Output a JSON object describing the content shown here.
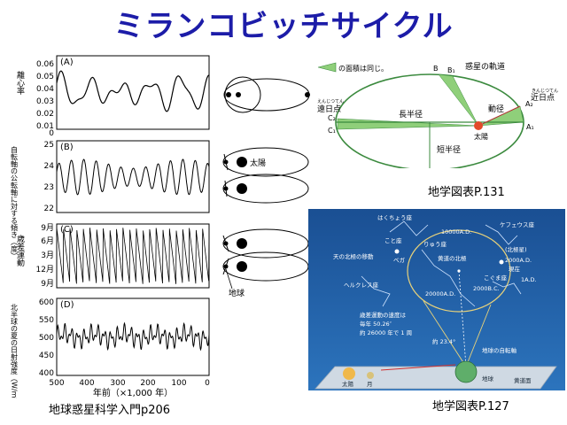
{
  "slide": {
    "title": "ミランコビッチサイクル",
    "captions": {
      "left": "地球惑星科学入門p206",
      "top_right": "地学図表P.131",
      "bottom_right": "地学図表P.127"
    }
  },
  "panels": {
    "A": {
      "label": "(A)",
      "ylabel": "離心率",
      "ticks": [
        "0.06",
        "0.05",
        "0.04",
        "0.03",
        "0.02",
        "0.01",
        "0"
      ]
    },
    "B": {
      "label": "(B)",
      "ylabel": "自転軸の公転軸に対する傾き（度）",
      "ticks": [
        "25",
        "24",
        "23",
        "22"
      ]
    },
    "C": {
      "label": "(C)",
      "ylabel": "歳差運動",
      "ticks": [
        "9月",
        "6月",
        "3月",
        "12月",
        "9月"
      ]
    },
    "D": {
      "label": "(D)",
      "ylabel": "北半球の夏の日射強度（W/m²）",
      "ticks": [
        "600",
        "550",
        "500",
        "450",
        "400"
      ]
    },
    "xaxis": {
      "ticks": [
        "500",
        "400",
        "300",
        "200",
        "100",
        "0"
      ],
      "label": "年前（×1,000 年）"
    }
  },
  "orbit_schematic": {
    "sun_label": "太陽",
    "earth_label": "地球"
  },
  "kepler_figure": {
    "legend": "の面積は同じ。",
    "orbit_label": "惑星の軌道",
    "aphelion_label": "遠日点",
    "perihelion_label": "近日点",
    "aphelion_ruby": "えんじつてん",
    "perihelion_ruby": "きんじつてん",
    "semi_major_label": "長半径",
    "semi_minor_label": "短半径",
    "radius_vector_label": "動径",
    "sun_label": "太陽",
    "points": {
      "B": "B",
      "B1": "B₁",
      "A2": "A₂",
      "A1": "A₁",
      "C2": "C₂",
      "C1": "C₁"
    }
  },
  "precession_figure": {
    "labels": {
      "hakucho": "はくちょう座",
      "cepheus": "ケフェウス座",
      "koto": "こと座",
      "vega": "ベガ",
      "ryu": "りゅう座",
      "y10000": "10000A.D.",
      "ecliptic_north": "黄道の北極",
      "celestial_north_move": "天の北極の移動",
      "polaris": "(北極星)",
      "y2000": "2000A.D.",
      "now": "現在",
      "kogumaza": "こぐま座",
      "herakles": "ヘルクレス座",
      "y1": "1A.D.",
      "y20000": "20000A.D.",
      "y2000bc": "2000B.C.",
      "speed": "歳差運動の速度は",
      "per_year": "毎年 50.26″",
      "cycle": "約 26000 年で 1 周",
      "tilt": "約 23.4°",
      "axis": "地球の自転軸",
      "sun": "太陽",
      "moon": "月",
      "earth": "地球",
      "ecliptic_plane": "黄道面"
    }
  },
  "colors": {
    "title": "#1c1ca8",
    "precession_bg": "#1f5fa6",
    "kepler_orbit": "#3b8a3e",
    "kepler_green": "#8fcf7a",
    "sun": "#e34a2a"
  }
}
